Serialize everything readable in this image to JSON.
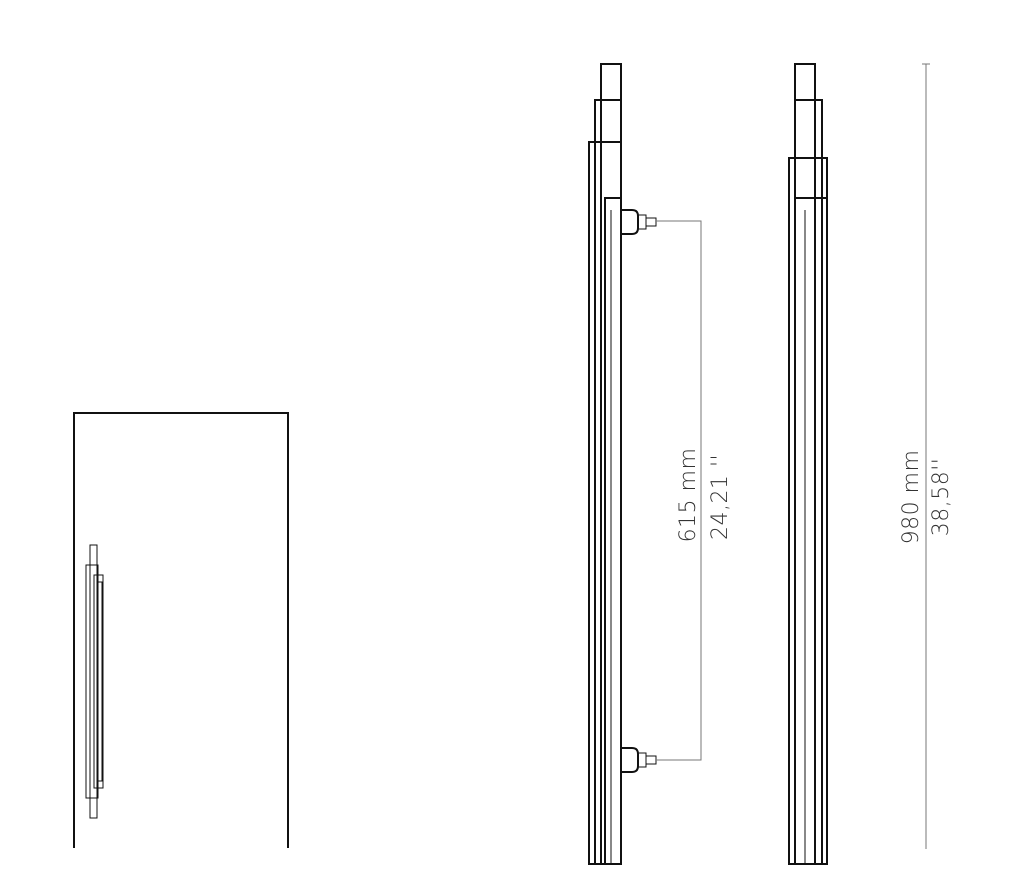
{
  "dimensions": {
    "mount_spacing": {
      "metric": "615 mm",
      "imperial": "24,21 ''"
    },
    "overall_height": {
      "metric": "980 mm",
      "imperial": "38,58''"
    }
  }
}
